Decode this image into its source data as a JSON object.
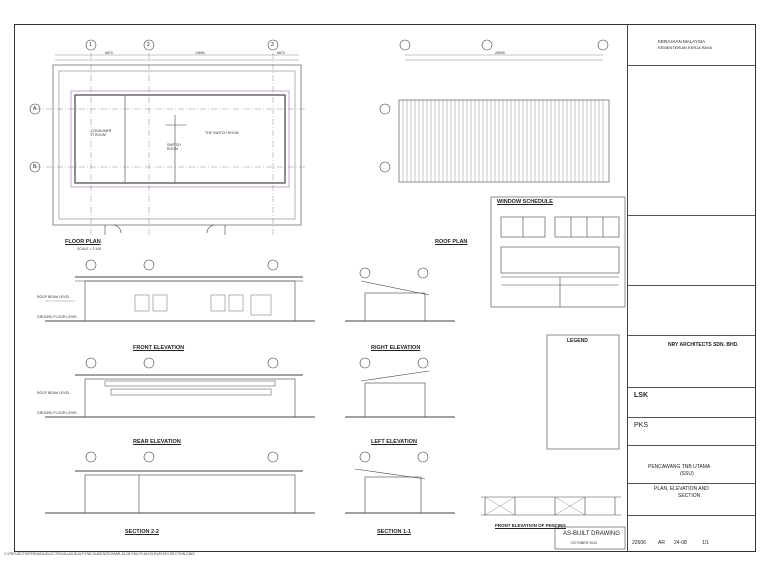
{
  "views": {
    "floor_plan": "FLOOR PLAN",
    "roof_plan": "ROOF PLAN",
    "window_schedule": "WINDOW SCHEDULE",
    "front_elevation": "FRONT ELEVATION",
    "right_elevation": "RIGHT ELEVATION",
    "rear_elevation": "REAR ELEVATION",
    "left_elevation": "LEFT ELEVATION",
    "section_22": "SECTION 2-2",
    "section_11": "SECTION 1-1",
    "front_elevation_fencing": "FRONT ELEVATION OF FENCING",
    "scale": "SCALE = 1:100"
  },
  "rooms": {
    "consumer": "CONSUMER\nIT ROOM",
    "switch": "THE SWITCH ROOM",
    "switch2": "SWITCH\nROOM"
  },
  "grid": [
    "1",
    "2",
    "3",
    "A",
    "B"
  ],
  "levels": {
    "roof_beam": "ROOF BEAM LEVEL",
    "ground_floor": "GROUND FLOOR LEVEL"
  },
  "dims": {
    "d1": "6670",
    "d2": "13650",
    "d3": "6670",
    "d4": "28990"
  },
  "legend_title": "LEGEND",
  "as_built": "AS-BUILT DRAWING",
  "as_built_date": "OCTOBER 2012",
  "title_block": {
    "kerajaan": "KERAJAAN MALAYSIA",
    "ministry": "KEMENTERIAN KERJA RAYA",
    "consultant1": "NRY ARCHITECTS SDN. BHD.",
    "consultant2": "LSK",
    "consultant3": "PKS",
    "project": "PENCAWANG TNB UTAMA",
    "project2": "(SSU)",
    "drawing_title": "PLAN, ELEVATION AND",
    "drawing_title2": "SECTION",
    "drawing_no": "22606",
    "ref": "AR",
    "sheet": "24-08",
    "rev": "1/1"
  },
  "footer": "C:\\PROJECTS\\PERSADA\\ELECTRICAL\\AS BUILT\\TNB SUBSTATION\\AR-24-08 SSU PLAN ELEVATION SECTION.DWG"
}
